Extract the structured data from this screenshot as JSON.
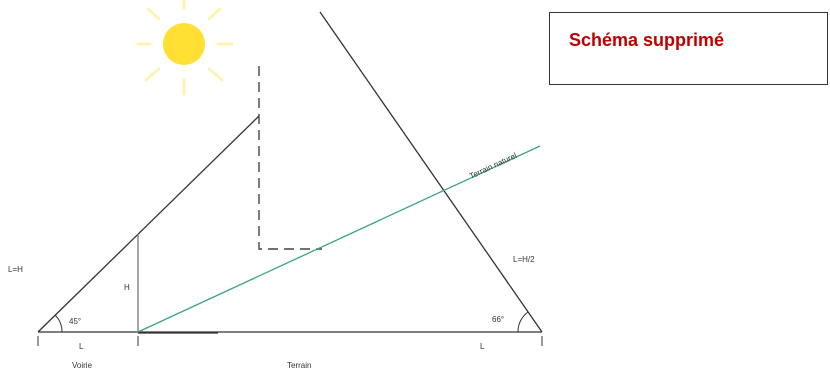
{
  "notice": {
    "text": "Schéma supprimé",
    "color": "#c00000"
  },
  "labels": {
    "left_ratio": "L=H",
    "right_ratio": "L=H/2",
    "height": "H",
    "angle_left": "45°",
    "angle_right": "66°",
    "length_left": "L",
    "length_right": "L",
    "road": "Voirie",
    "plot": "Terrain",
    "natural_ground": "Terrain naturel"
  },
  "colors": {
    "sun": "#ffe033",
    "sun_rays": "#fff3b0",
    "lines": "#333333",
    "ground_line": "#3aa57a"
  },
  "icons": {
    "sun": "sun-icon"
  }
}
